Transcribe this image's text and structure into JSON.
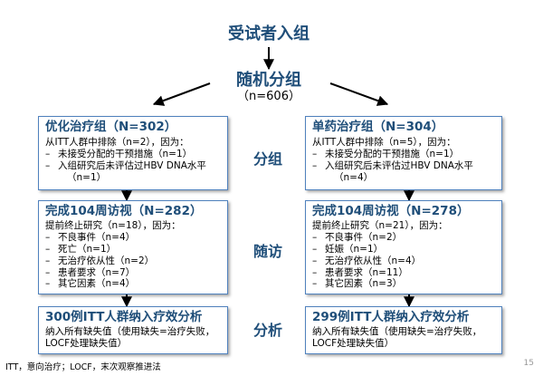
{
  "top": {
    "title": "受试者入组"
  },
  "random": {
    "title": "随机分组",
    "n": "（n=606）"
  },
  "phases": {
    "group": "分组",
    "followup": "随访",
    "analysis": "分析"
  },
  "left": {
    "group": {
      "head": "优化治疗组（N=302）",
      "line": "从ITT人群中排除（n=2），因为：",
      "items": [
        "未接受分配的干预措施（n=1）",
        "入组研究后未评估过HBV DNA水平"
      ],
      "tail": "（n=1）"
    },
    "followup": {
      "head": "完成104周访视（N=282）",
      "line": "提前终止研究（n=18），因为：",
      "items": [
        "不良事件（n=4）",
        "死亡（n=1）",
        "无治疗依从性（n=2）",
        "患者要求（n=7）",
        "其它因素（n=4）"
      ]
    },
    "analysis": {
      "head": "300例ITT人群纳入疗效分析",
      "lines": [
        "纳入所有缺失值（使用缺失=治疗失败，",
        "LOCF处理缺失值）"
      ]
    }
  },
  "right": {
    "group": {
      "head": "单药治疗组（N=304）",
      "line": "从ITT人群中排除（n=5），因为：",
      "items": [
        "未接受分配的干预措施（n=1）",
        "入组研究后未评估过HBV DNA水平"
      ],
      "tail": "（n=4）"
    },
    "followup": {
      "head": "完成104周访视（N=278）",
      "line": "提前终止研究（n=21），因为：",
      "items": [
        "不良事件（n=2）",
        "妊娠（n=1）",
        "无治疗依从性（n=4）",
        "患者要求（n=11）",
        "其它因素（n=3）"
      ]
    },
    "analysis": {
      "head": "299例ITT人群纳入疗效分析",
      "lines": [
        "纳入所有缺失值（使用缺失=治疗失败，",
        "LOCF处理缺失值）"
      ]
    }
  },
  "footnote": "ITT，意向治疗；LOCF，末次观察推进法",
  "page_number": "15",
  "colors": {
    "title": "#1f4e79",
    "box_border": "#4f81bd"
  }
}
